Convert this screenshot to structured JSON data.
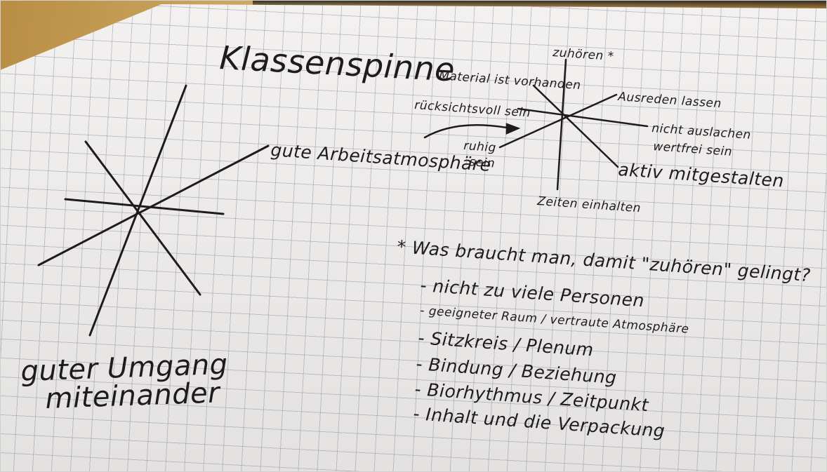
{
  "title": "Klassenspinne",
  "left_spider": {
    "label": "gute Arbeitsatmosphäre",
    "bottom_label_line1": "guter Umgang",
    "bottom_label_line2": "miteinander"
  },
  "right_spider": {
    "top": "zuhören *",
    "material": "Material ist vorhanden",
    "ausreden": "Ausreden lassen",
    "ruecksicht": "rücksichtsvoll sein",
    "ruhig1": "ruhig",
    "ruhig2": "sein",
    "nicht1": "nicht auslachen",
    "nicht2": "wertfrei sein",
    "aktiv": "aktiv mitgestalten",
    "zeiten": "Zeiten einhalten"
  },
  "question": "* Was braucht man, damit \"zuhören\" gelingt?",
  "list": [
    "- nicht zu viele Personen",
    "- geeigneter Raum / vertraute Atmosphäre",
    "- Sitzkreis / Plenum",
    "- Bindung / Beziehung",
    "- Biorhythmus / Zeitpunkt",
    "- Inhalt und die Verpackung"
  ]
}
